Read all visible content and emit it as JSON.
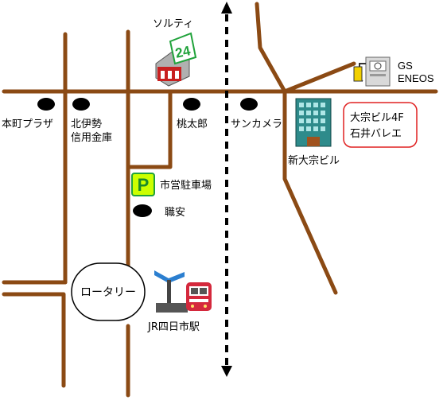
{
  "map": {
    "labels": {
      "solty": "ソルティ",
      "gs": "GS",
      "eneos": "ENEOS",
      "honmachi_plaza": "本町プラザ",
      "kita_ise_line1": "北伊勢",
      "kita_ise_line2": "信用金庫",
      "momotaro": "桃太郎",
      "sankamera": "サンカメラ",
      "shin_taiso_bldg": "新大宗ビル",
      "ballet_line1": "大宗ビル4F",
      "ballet_line2": "石井バレエ",
      "parking": "市営駐車場",
      "shokuan": "職安",
      "rotary": "ロータリー",
      "station": "JR四日市駅"
    },
    "icons": {
      "parking_letter": "P",
      "store_number": "24"
    },
    "colors": {
      "road": "#8b4a14",
      "building": "#2e8b8b",
      "parking_bg": "#ccff00",
      "ballet_border": "#e02020",
      "train": "#d4283c",
      "store_green": "#1fa23a"
    }
  }
}
